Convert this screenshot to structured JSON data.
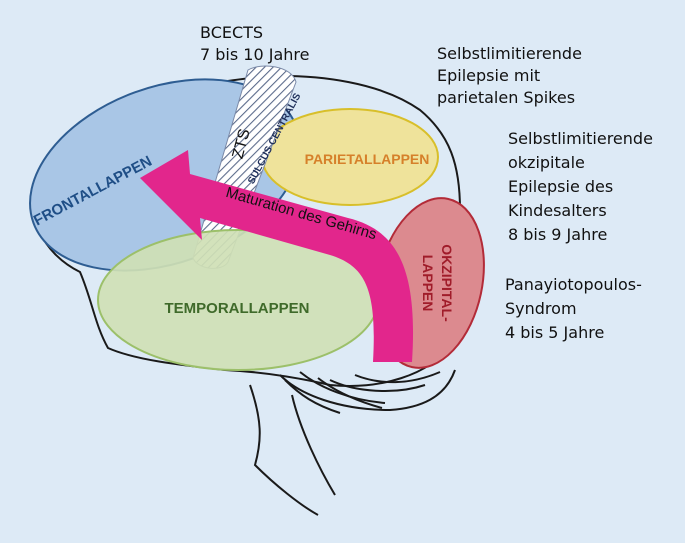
{
  "lobes": {
    "frontal": "FRONTALLAPPEN",
    "parietal": "PARIETALLAPPEN",
    "temporal": "TEMPORALLAPPEN",
    "occipital_line1": "OKZIPITAL-",
    "occipital_line2": "LAPPEN"
  },
  "sulcus": "SULCUS CENTRALIS",
  "zone": "ZTS",
  "arrow_label": "Maturation des Gehirns",
  "annotations": {
    "bcects": {
      "line1": "BCECTS",
      "line2": "7 bis 10 Jahre"
    },
    "parietal_epilepsy": {
      "line1": "Selbstlimitierende",
      "line2": "Epilepsie mit",
      "line3": "parietalen Spikes"
    },
    "occipital_epilepsy": {
      "line1": "Selbstlimitierende",
      "line2": "okzipitale",
      "line3": "Epilepsie des",
      "line4": "Kindesalters",
      "line5": "8 bis 9 Jahre"
    },
    "panayiotopoulos": {
      "line1": "Panayiotopoulos-",
      "line2": "Syndrom",
      "line3": "4 bis 5 Jahre"
    }
  },
  "colors": {
    "background": "#ddeaf6",
    "frontal_fill": "#a9c6e6",
    "frontal_stroke": "#2e5d92",
    "frontal_text": "#1f4e86",
    "parietal_fill": "#efe39b",
    "parietal_stroke": "#d8bf2a",
    "parietal_text": "#d6802a",
    "temporal_fill": "#cfe0b5",
    "temporal_stroke": "#9cc06a",
    "temporal_text": "#3f6a2a",
    "occipital_fill": "#dc8a8f",
    "occipital_stroke": "#b32b38",
    "occipital_text": "#a01c2a",
    "arrow": "#e2268c",
    "outline": "#1a1a1a"
  }
}
